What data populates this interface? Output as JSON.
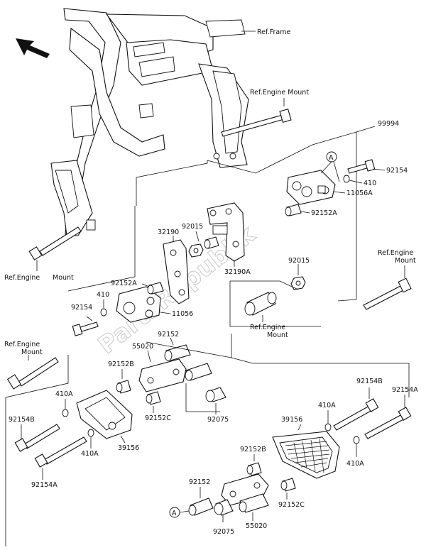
{
  "watermark": "PartsRepublik",
  "labels": {
    "ref_frame": "Ref.Frame",
    "ref_engine_mount_top": "Ref.Engine Mount",
    "ref_engine_mount_left_1": "Ref.Engine",
    "ref_engine_mount_left_2": "Mount",
    "ref_engine_mount_right_1": "Ref.Engine",
    "ref_engine_mount_right_2": "Mount",
    "ref_engine_mount_mid_1": "Ref.Engine",
    "ref_engine_mount_mid_2": "Mount",
    "ref_engine_mount_lower_1": "Ref.Engine",
    "ref_engine_mount_lower_2": "Mount",
    "p99994": "99994",
    "callout_a_top": "A",
    "p92154_top": "92154",
    "p410_top": "410",
    "p11056a": "11056A",
    "p92152a_right": "92152A",
    "p92015_left": "92015",
    "p32190": "32190",
    "p32190a": "32190A",
    "p92015_right": "92015",
    "p92152a_left": "92152A",
    "p410_left": "410",
    "p92154_left": "92154",
    "p11056": "11056",
    "p92152_mid": "92152",
    "p55020_mid": "55020",
    "p92152b_mid": "92152B",
    "p410a_left": "410A",
    "p92154b_left": "92154B",
    "p92152c_mid": "92152C",
    "p92075_mid": "92075",
    "p39156_left": "39156",
    "p410a_left2": "410A",
    "p92154a_left": "92154A",
    "p92154b_right": "92154B",
    "p92154a_right": "92154A",
    "p410a_right": "410A",
    "p39156_right": "39156",
    "p410a_right2": "410A",
    "p92152b_bottom": "92152B",
    "p92152_bottom": "92152",
    "callout_a_bottom": "A",
    "p92152c_bottom": "92152C",
    "p92075_bottom": "92075",
    "p55020_bottom": "55020"
  }
}
